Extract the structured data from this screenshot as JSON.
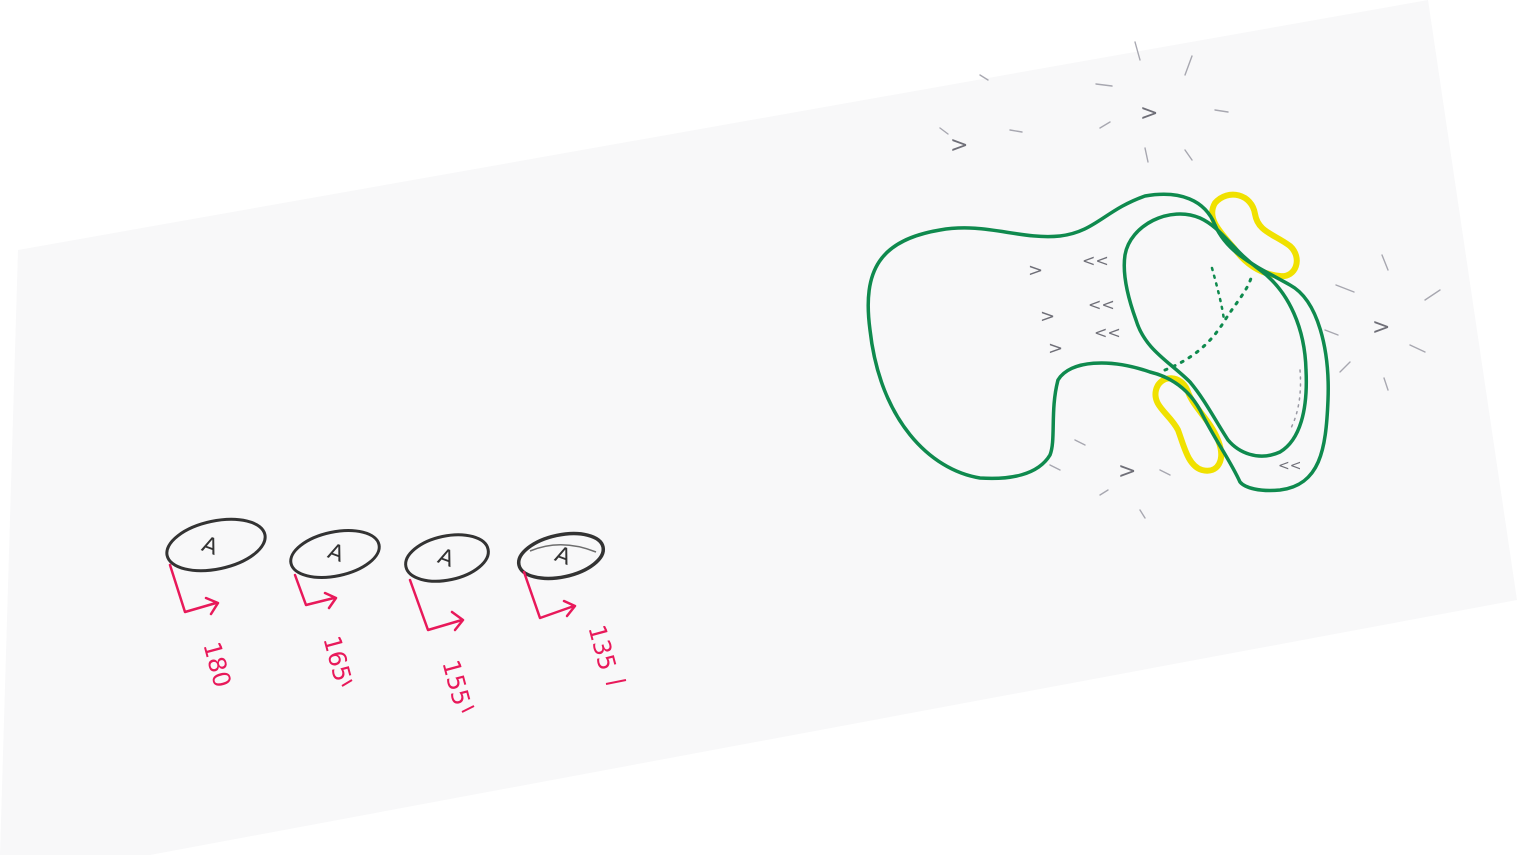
{
  "colors": {
    "background": "#ffffff",
    "paper": "#f8f8f9",
    "pencil": "#333333",
    "faint_pencil": "#9a9aa4",
    "pen_red": "#e8195a",
    "outline_green": "#0f8a4e",
    "highlight_yellow": "#f0e100"
  },
  "sketch": {
    "markers": [
      {
        "letter": "A",
        "angle": "180",
        "icon": "rotate-arrow-icon"
      },
      {
        "letter": "A",
        "angle": "165",
        "icon": "rotate-arrow-icon"
      },
      {
        "letter": "A",
        "angle": "155",
        "icon": "rotate-arrow-icon"
      },
      {
        "letter": "A",
        "angle": "135",
        "icon": "rotate-arrow-icon"
      }
    ],
    "flow_glyph": ">",
    "back_glyph": "<<"
  }
}
